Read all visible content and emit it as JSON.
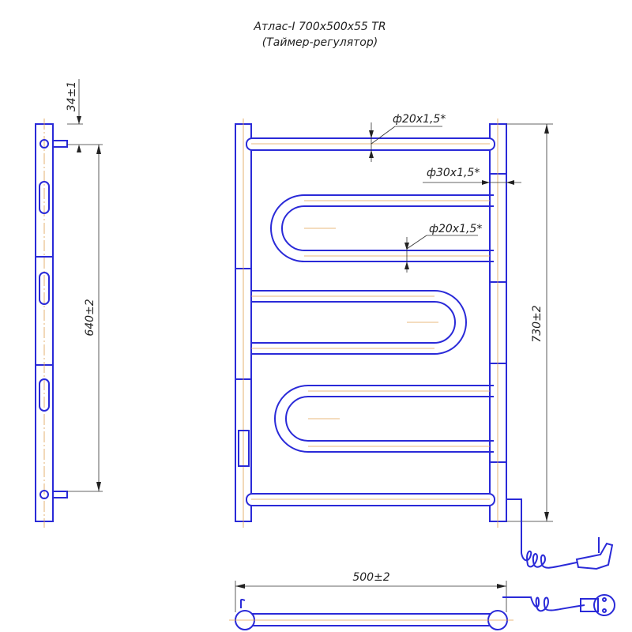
{
  "title": {
    "line1": "Атлас-I 700x500x55 TR",
    "line2": "(Таймер-регулятор)"
  },
  "dimensions": {
    "offset": "34±1",
    "mount_spacing": "640±2",
    "height": "730±2",
    "width": "500±2",
    "pipe_top": "ф20x1,5*",
    "pipe_post": "ф30x1,5*",
    "pipe_coil": "ф20x1,5*"
  },
  "colors": {
    "outline": "#2a2ad8",
    "centerline": "#e0a050",
    "dimension": "#333333"
  }
}
